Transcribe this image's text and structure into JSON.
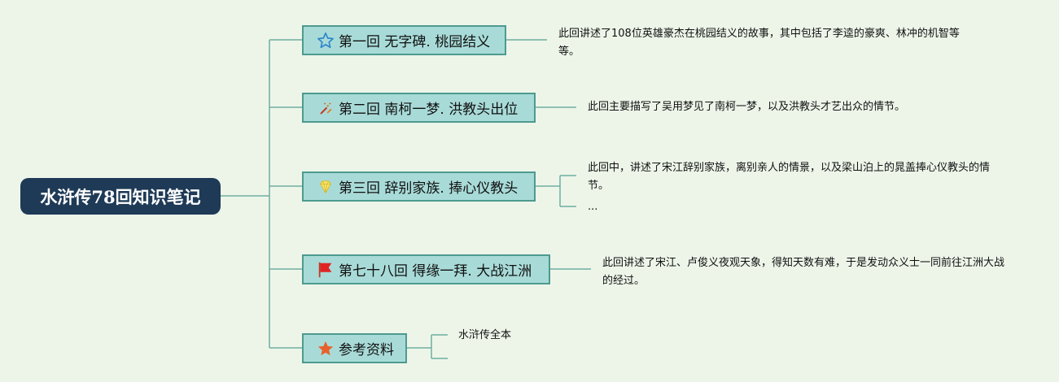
{
  "root": {
    "title": "水浒传78回知识笔记"
  },
  "topics": [
    {
      "title": "第一回 无字碑. 桃园结义",
      "icon": "star-outline-icon",
      "notes": [
        "此回讲述了108位英雄豪杰在桃园结义的故事，其中包括了李逵的豪爽、林冲的机智等等。"
      ]
    },
    {
      "title": "第二回 南柯一梦. 洪教头出位",
      "icon": "fireworks-icon",
      "notes": [
        "此回主要描写了吴用梦见了南柯一梦，以及洪教头才艺出众的情节。"
      ]
    },
    {
      "title": "第三回 辞别家族. 捧心仪教头",
      "icon": "gem-icon",
      "notes": [
        "此回中，讲述了宋江辞别家族，离别亲人的情景，以及梁山泊上的晁盖捧心仪教头的情节。",
        "..."
      ]
    },
    {
      "title": "第七十八回 得缘一拜. 大战江洲",
      "icon": "red-flag-icon",
      "notes": [
        "此回讲述了宋江、卢俊义夜观天象，得知天数有难，于是发动众义士一同前往江洲大战的经过。"
      ]
    },
    {
      "title": "参考资料",
      "icon": "star-filled-icon",
      "notes": [
        "水浒传全本",
        ""
      ]
    }
  ],
  "colors": {
    "background": "#edf5e9",
    "root": "#1e3a57",
    "topic_fill": "#a8dbd8",
    "topic_border": "#4d9a8f",
    "line": "#6fae9f"
  }
}
